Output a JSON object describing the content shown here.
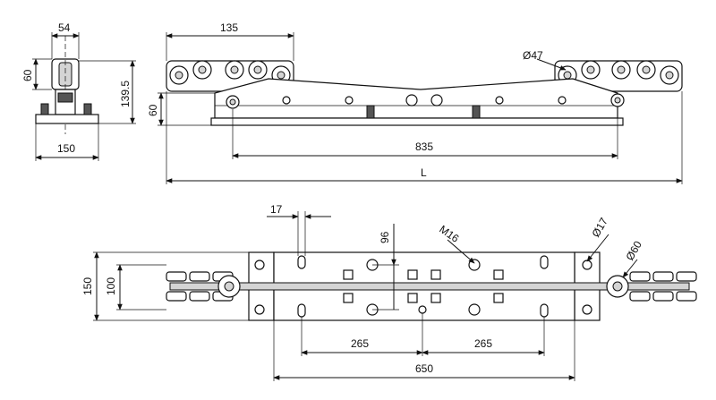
{
  "side_view": {
    "dim_54": "54",
    "dim_60": "60",
    "dim_139_5": "139.5",
    "dim_150": "150"
  },
  "front_view": {
    "dim_135": "135",
    "dim_diameter_47": "Ø47",
    "dim_60": "60",
    "dim_835": "835",
    "dim_L": "L"
  },
  "plan_view": {
    "dim_17": "17",
    "dim_96": "96",
    "dim_m16": "M16",
    "dim_diameter_17": "Ø17",
    "dim_diameter_60": "Ø60",
    "dim_150": "150",
    "dim_100": "100",
    "dim_265_left": "265",
    "dim_265_right": "265",
    "dim_650": "650"
  }
}
